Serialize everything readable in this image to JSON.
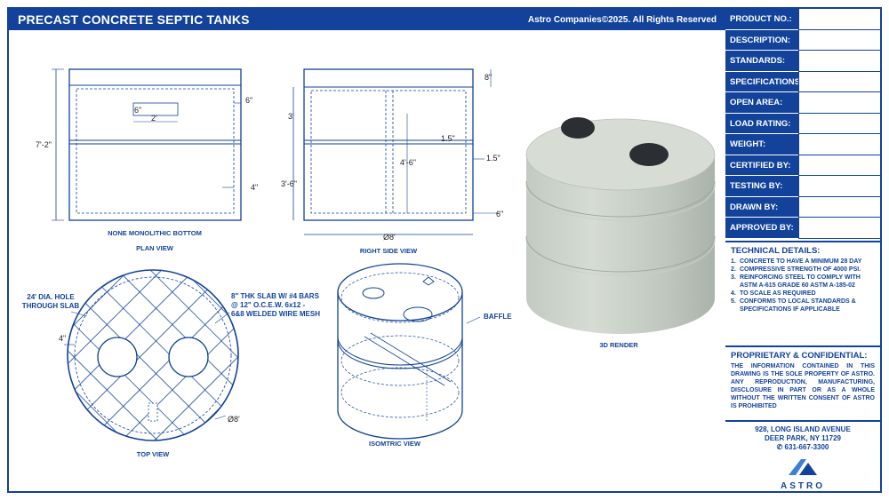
{
  "header": {
    "title": "PRECAST CONCRETE SEPTIC TANKS",
    "copyright": "Astro Companies©2025. All Rights Reserved"
  },
  "fields": [
    {
      "label": "PRODUCT NO.:",
      "value": ""
    },
    {
      "label": "DESCRIPTION:",
      "value": ""
    },
    {
      "label": "STANDARDS:",
      "value": ""
    },
    {
      "label": "SPECIFICATIONS:",
      "value": ""
    },
    {
      "label": "OPEN AREA:",
      "value": ""
    },
    {
      "label": "LOAD RATING:",
      "value": ""
    },
    {
      "label": "WEIGHT:",
      "value": ""
    },
    {
      "label": "CERTIFIED BY:",
      "value": ""
    },
    {
      "label": "TESTING BY:",
      "value": ""
    },
    {
      "label": "DRAWN BY:",
      "value": ""
    },
    {
      "label": "APPROVED BY:",
      "value": ""
    }
  ],
  "technical": {
    "title": "TECHNICAL DETAILS:",
    "items": [
      {
        "n": "1.",
        "text": "CONCRETE TO HAVE A MINIMUM 28 DAY"
      },
      {
        "n": "2.",
        "text": "COMPRESSIVE STRENGTH OF 4000 PSI."
      },
      {
        "n": "3.",
        "text": "REINFORCING STEEL TO COMPLY WITH ASTM A-615 GRADE 60 ASTM A-185-02"
      },
      {
        "n": "4.",
        "text": "TO SCALE AS REQUIRED"
      },
      {
        "n": "5.",
        "text": "CONFORMS TO LOCAL STANDARDS & SPECIFICATIONS IF APPLICABLE"
      }
    ]
  },
  "proprietary": {
    "title": "PROPRIETARY & CONFIDENTIAL:",
    "text": "THE INFORMATION CONTAINED IN THIS DRAWING IS THE SOLE PROPERTY OF ASTRO. ANY REPRODUCTION, MANUFACTURING, DISCLOSURE IN PART OR AS A WHOLE WITHOUT THE WRITTEN CONSENT OF ASTRO IS PROHIBITED"
  },
  "address": {
    "line1": "928, LONG ISLAND AVENUE",
    "line2": "DEER PARK, NY 11729",
    "phone": "631-667-3300"
  },
  "logo": {
    "text": "ASTRO"
  },
  "views": {
    "plan": {
      "caption": "PLAN VIEW",
      "note": "NONE MONOLITHIC BOTTOM",
      "dims": {
        "height": "7'-2\"",
        "d6": "6\"",
        "d2": "2'",
        "d6r": "6\"",
        "d4": "4\""
      }
    },
    "side": {
      "caption": "RIGHT SIDE VIEW",
      "dims": {
        "d8": "8\"",
        "d3": "3'",
        "d36": "3'-6\"",
        "d46": "4'-6\"",
        "d15a": "1.5\"",
        "d15b": "1.5\"",
        "d6": "6\"",
        "dia": "Ø8'"
      }
    },
    "top": {
      "caption": "TOP VIEW",
      "hole_note": "24' DIA. HOLE THROUGH SLAB",
      "slab_note": "8\" THK SLAB W/ #4 BARS @ 12\" O.C.E.W. 6x12 - 6&8 WELDED WIRE MESH",
      "d4": "4\"",
      "dia": "Ø8'"
    },
    "iso": {
      "caption": "ISOMTRIC VIEW",
      "baffle": "BAFFLE"
    },
    "render": {
      "caption": "3D RENDER"
    }
  },
  "colors": {
    "brand": "#12429a",
    "concrete": "#c9d0c8",
    "lid": "#2b2e33"
  }
}
